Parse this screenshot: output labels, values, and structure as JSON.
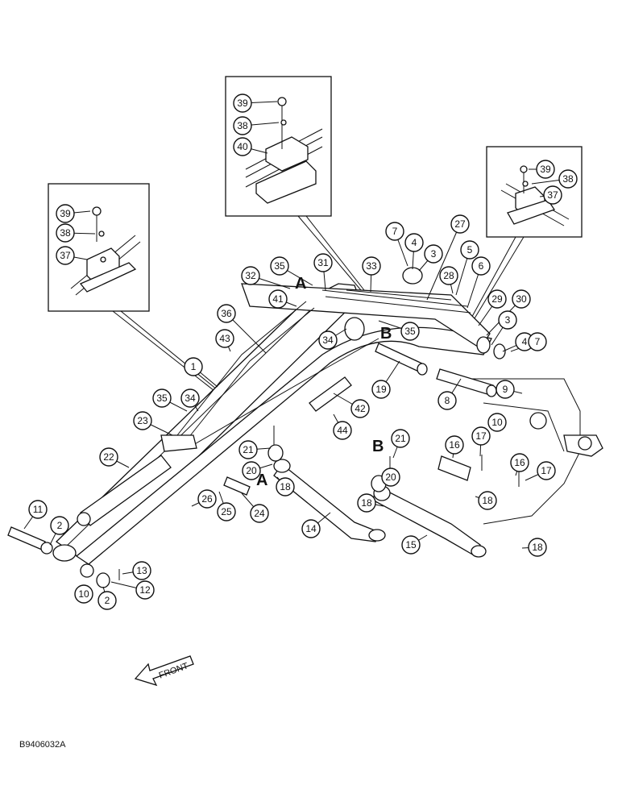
{
  "document_code": "B9406032A",
  "front_label": "FRONT",
  "view_letters": {
    "a": "A",
    "b": "B"
  },
  "insets": [
    {
      "id": "inset-left",
      "callouts": [
        "39",
        "38",
        "37"
      ]
    },
    {
      "id": "inset-top",
      "callouts": [
        "39",
        "38",
        "40"
      ]
    },
    {
      "id": "inset-right",
      "callouts": [
        "39",
        "38",
        "37"
      ]
    }
  ],
  "callouts": [
    "39",
    "38",
    "37",
    "39",
    "38",
    "40",
    "39",
    "38",
    "37",
    "7",
    "4",
    "3",
    "27",
    "5",
    "6",
    "28",
    "29",
    "30",
    "3",
    "4",
    "7",
    "35",
    "31",
    "33",
    "32",
    "41",
    "34",
    "35",
    "36",
    "43",
    "1",
    "19",
    "42",
    "44",
    "8",
    "9",
    "10",
    "35",
    "34",
    "23",
    "22",
    "21",
    "20",
    "18",
    "21",
    "20",
    "18",
    "16",
    "17",
    "16",
    "17",
    "18",
    "11",
    "2",
    "26",
    "25",
    "24",
    "14",
    "15",
    "13",
    "12",
    "10",
    "2",
    "18"
  ]
}
